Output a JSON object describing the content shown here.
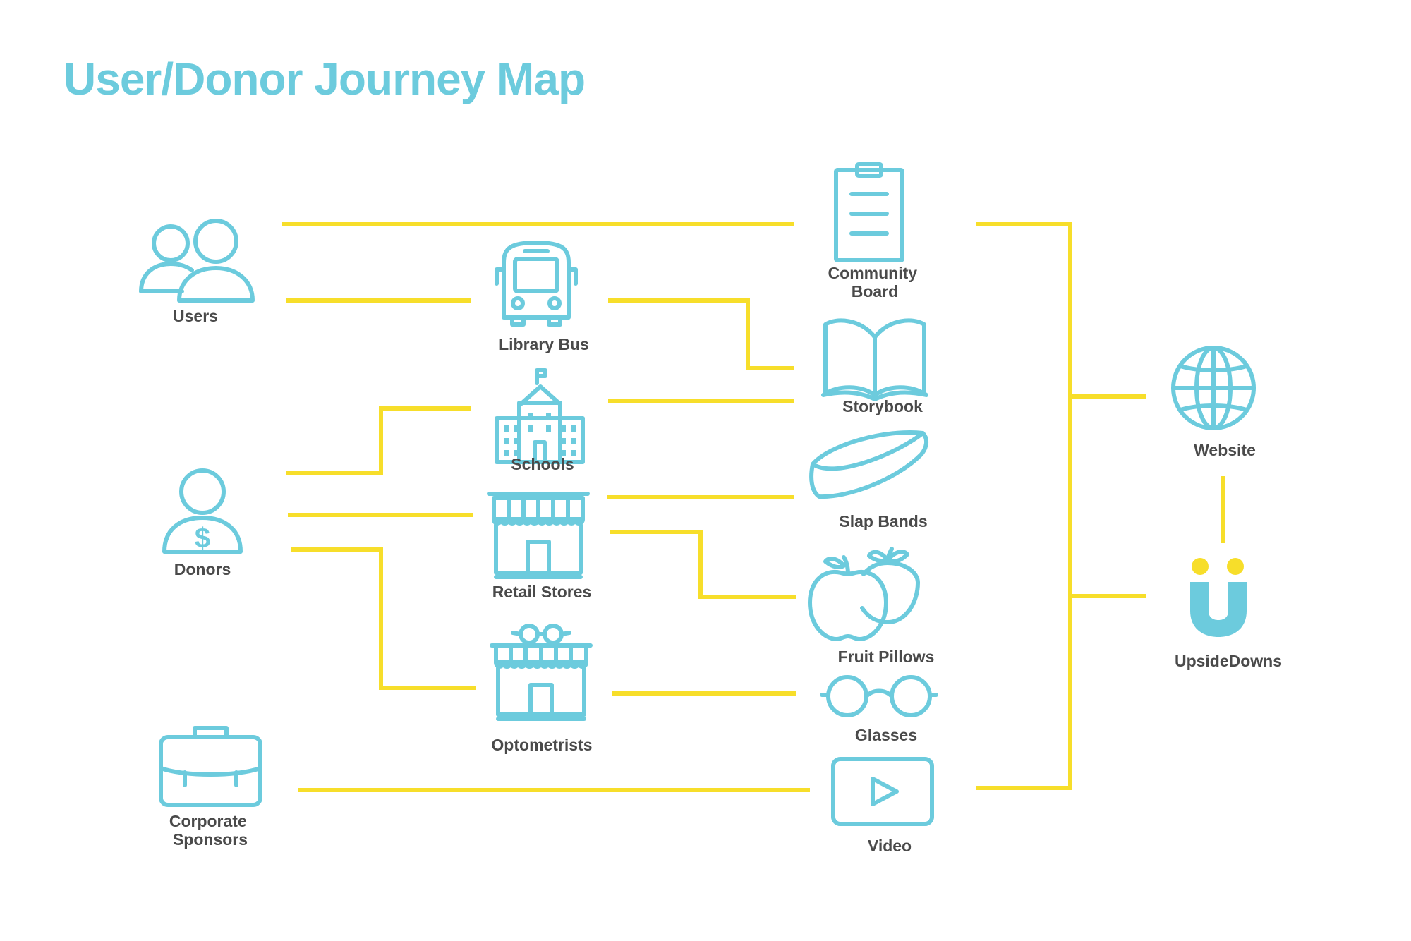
{
  "title": "User/Donor Journey Map",
  "colors": {
    "icon": "#6CCBDD",
    "connector": "#F7DE2A",
    "label": "#4A4A4A",
    "title": "#6CCBDD",
    "brand_dots": "#F7DE2A"
  },
  "sources": [
    {
      "id": "users",
      "label_lines": [
        "Users"
      ],
      "icon": "users-icon"
    },
    {
      "id": "donors",
      "label_lines": [
        "Donors"
      ],
      "icon": "donor-icon"
    },
    {
      "id": "corporate-sponsors",
      "label_lines": [
        "Corporate",
        "Sponsors"
      ],
      "icon": "briefcase-icon"
    }
  ],
  "channels": [
    {
      "id": "library-bus",
      "label_lines": [
        "Library Bus"
      ],
      "icon": "bus-icon"
    },
    {
      "id": "schools",
      "label_lines": [
        "Schools"
      ],
      "icon": "school-icon"
    },
    {
      "id": "retail-stores",
      "label_lines": [
        "Retail Stores"
      ],
      "icon": "storefront-icon"
    },
    {
      "id": "optometrists",
      "label_lines": [
        "Optometrists"
      ],
      "icon": "optometrist-icon"
    }
  ],
  "touchpoints": [
    {
      "id": "community-board",
      "label_lines": [
        "Community",
        "Board"
      ],
      "icon": "clipboard-icon"
    },
    {
      "id": "storybook",
      "label_lines": [
        "Storybook"
      ],
      "icon": "book-icon"
    },
    {
      "id": "slap-bands",
      "label_lines": [
        "Slap Bands"
      ],
      "icon": "slap-band-icon"
    },
    {
      "id": "fruit-pillows",
      "label_lines": [
        "Fruit Pillows"
      ],
      "icon": "fruit-icon"
    },
    {
      "id": "glasses",
      "label_lines": [
        "Glasses"
      ],
      "icon": "glasses-icon"
    },
    {
      "id": "video",
      "label_lines": [
        "Video"
      ],
      "icon": "video-play-icon"
    }
  ],
  "destinations": [
    {
      "id": "website",
      "label_lines": [
        "Website"
      ],
      "icon": "globe-icon"
    },
    {
      "id": "upsidedowns",
      "label_lines": [
        "UpsideDowns"
      ],
      "icon": "upsidedowns-logo-icon"
    }
  ],
  "connections": [
    {
      "from": "users",
      "to": "community-board"
    },
    {
      "from": "users",
      "to": "library-bus"
    },
    {
      "from": "library-bus",
      "to": "storybook"
    },
    {
      "from": "donors",
      "to": "schools"
    },
    {
      "from": "schools",
      "to": "storybook"
    },
    {
      "from": "donors",
      "to": "retail-stores"
    },
    {
      "from": "donors",
      "to": "optometrists"
    },
    {
      "from": "retail-stores",
      "to": "slap-bands"
    },
    {
      "from": "retail-stores",
      "to": "fruit-pillows"
    },
    {
      "from": "optometrists",
      "to": "glasses"
    },
    {
      "from": "corporate-sponsors",
      "to": "video"
    },
    {
      "from": "community-board",
      "to": "website"
    },
    {
      "from": "community-board",
      "to": "upsidedowns"
    },
    {
      "from": "video",
      "to": "website"
    },
    {
      "from": "video",
      "to": "upsidedowns"
    },
    {
      "from": "website",
      "to": "upsidedowns"
    }
  ]
}
